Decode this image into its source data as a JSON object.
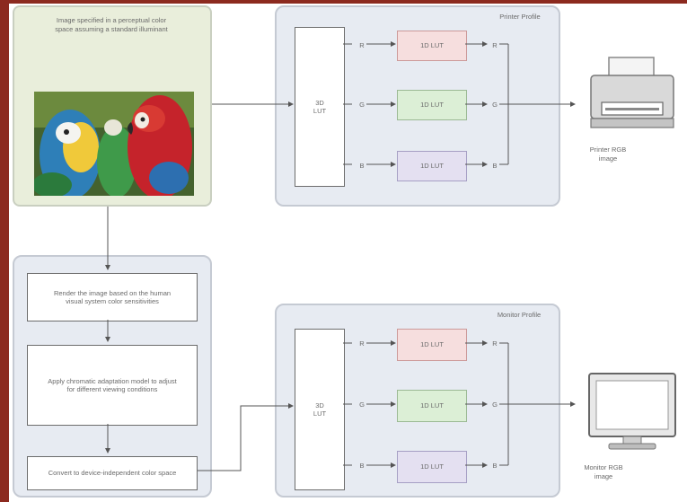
{
  "colors": {
    "frame": "#8c2a1f",
    "panel_green": "#e9eedb",
    "panel_blue": "#e7ebf2",
    "lut_pink": "#f6dede",
    "lut_green": "#dcefd6",
    "lut_purple": "#e4e0f1",
    "wire": "#555555"
  },
  "source": {
    "caption": "Image specified in a perceptual color space assuming a standard illuminant",
    "image_icon": "parrot-photo"
  },
  "printer_profile": {
    "title": "Printer Profile",
    "lut3d": "3D LUT",
    "channels": [
      {
        "in": "R",
        "lut": "1D LUT",
        "out": "R"
      },
      {
        "in": "G",
        "lut": "1D LUT",
        "out": "G"
      },
      {
        "in": "B",
        "lut": "1D LUT",
        "out": "B"
      }
    ],
    "output_label": "Printer RGB image",
    "device_icon": "printer-icon"
  },
  "monitor_profile": {
    "title": "Monitor Profile",
    "lut3d": "3D LUT",
    "channels": [
      {
        "in": "R",
        "lut": "1D LUT",
        "out": "R"
      },
      {
        "in": "G",
        "lut": "1D LUT",
        "out": "G"
      },
      {
        "in": "B",
        "lut": "1D LUT",
        "out": "B"
      }
    ],
    "output_label": "Monitor RGB image",
    "device_icon": "monitor-icon"
  },
  "process_steps": [
    "Render the image based on the human visual system color sensitivities",
    "Apply chromatic adaptation model to adjust for different viewing conditions",
    "Convert to device-independent color space"
  ]
}
